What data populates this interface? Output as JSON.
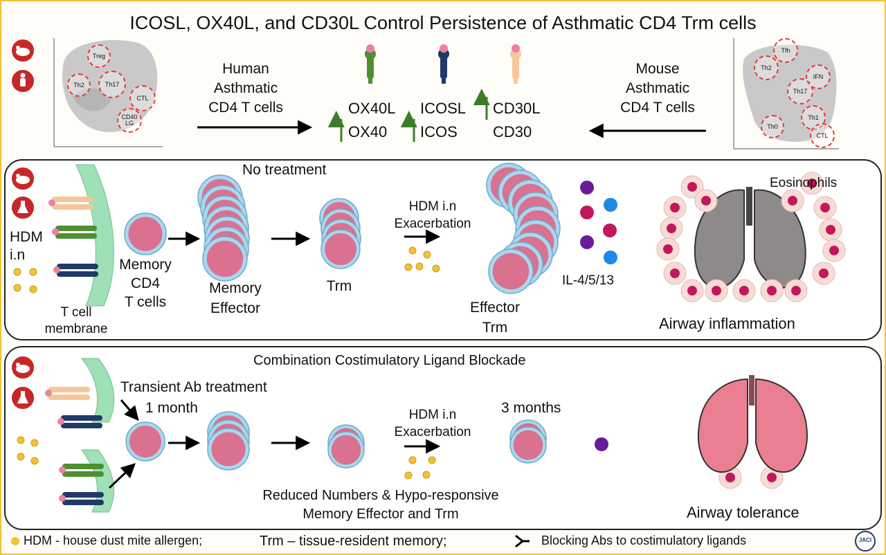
{
  "title": "ICOSL, OX40L, and CD30L Control Persistence of Asthmatic CD4 Trm cells",
  "colors": {
    "border": "#f2c230",
    "cell_fill": "#d9718f",
    "cell_ring": "#a9d7ef",
    "membrane": "#9fe0b6",
    "up_arrow": "#3b7d2a",
    "ox40": "#4f8f32",
    "icos": "#1f3a66",
    "cd30": "#f6c79b",
    "ligand": "#ef7fa0",
    "cytokine_magenta": "#c2185b",
    "cytokine_purple": "#6a1b9a",
    "cytokine_blue": "#1e88e5",
    "hdm": "#f3c234",
    "lung_gray": "#8e8a8a",
    "lung_pink": "#eb7f92"
  },
  "top": {
    "human_label": "Human\nAsthmatic\nCD4 T cells",
    "mouse_label": "Mouse\nAsthmatic\nCD4 T cells",
    "human_umap": [
      "Treg",
      "Th2",
      "Th17",
      "CTL",
      "CD40\nLG"
    ],
    "mouse_umap": [
      "Tfh",
      "Th2",
      "IFN",
      "Th17",
      "Th1",
      "Th0",
      "CTL"
    ],
    "ligands": [
      "OX40L",
      "ICOSL",
      "CD30L"
    ],
    "receptors": [
      "OX40",
      "ICOS",
      "CD30"
    ]
  },
  "panel1": {
    "heading": "No treatment",
    "hdm": "HDM\ni.n",
    "membrane": "T cell\nmembrane",
    "memory_cd4": "Memory\nCD4\nT cells",
    "memory_effector": "Memory\nEffector",
    "trm": "Trm",
    "exacerbation": "HDM i.n\nExacerbation",
    "effector_trm": "Effector\nTrm",
    "cytokines": "IL-4/5/13",
    "eosinophils": "Eosinophils",
    "outcome": "Airway inflammation"
  },
  "panel2": {
    "heading": "Combination Costimulatory Ligand Blockade",
    "transient": "Transient Ab treatment",
    "one_month": "1 month",
    "exacerbation": "HDM i.n\nExacerbation",
    "three_months": "3 months",
    "reduced": "Reduced Numbers & Hypo-responsive\nMemory Effector and Trm",
    "outcome": "Airway tolerance"
  },
  "footer": {
    "hdm_def": "HDM - house dust mite allergen;",
    "trm_def": "Trm – tissue-resident memory;",
    "blocking_def": "Blocking Abs to costimulatory ligands",
    "journal": "JACI"
  }
}
